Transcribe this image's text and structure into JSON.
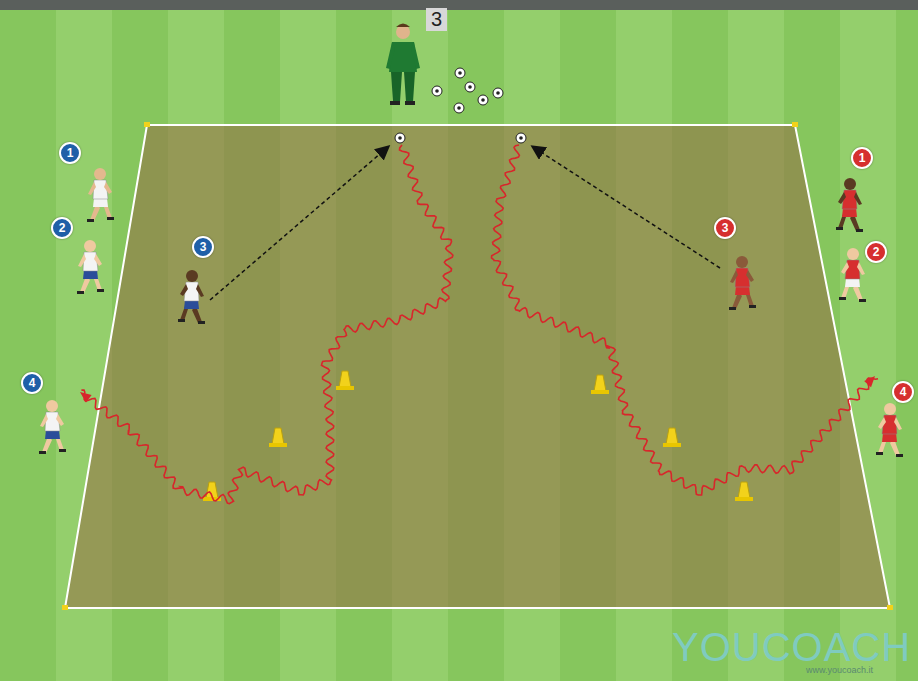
{
  "diagram": {
    "nodes": [
      {
        "text": [
          "1"
        ]
      },
      {
        "text": [
          "2"
        ]
      },
      {
        "text": [
          "3"
        ]
      },
      {
        "text": [
          "4"
        ]
      },
      {
        "text": [
          "1"
        ]
      },
      {
        "text": [
          "2"
        ]
      },
      {
        "text": [
          "3"
        ]
      },
      {
        "text": [
          "4"
        ]
      }
    ],
    "labels": [
      "3",
      "YOUCOACH",
      "www.youcoach.it"
    ]
  }
}
